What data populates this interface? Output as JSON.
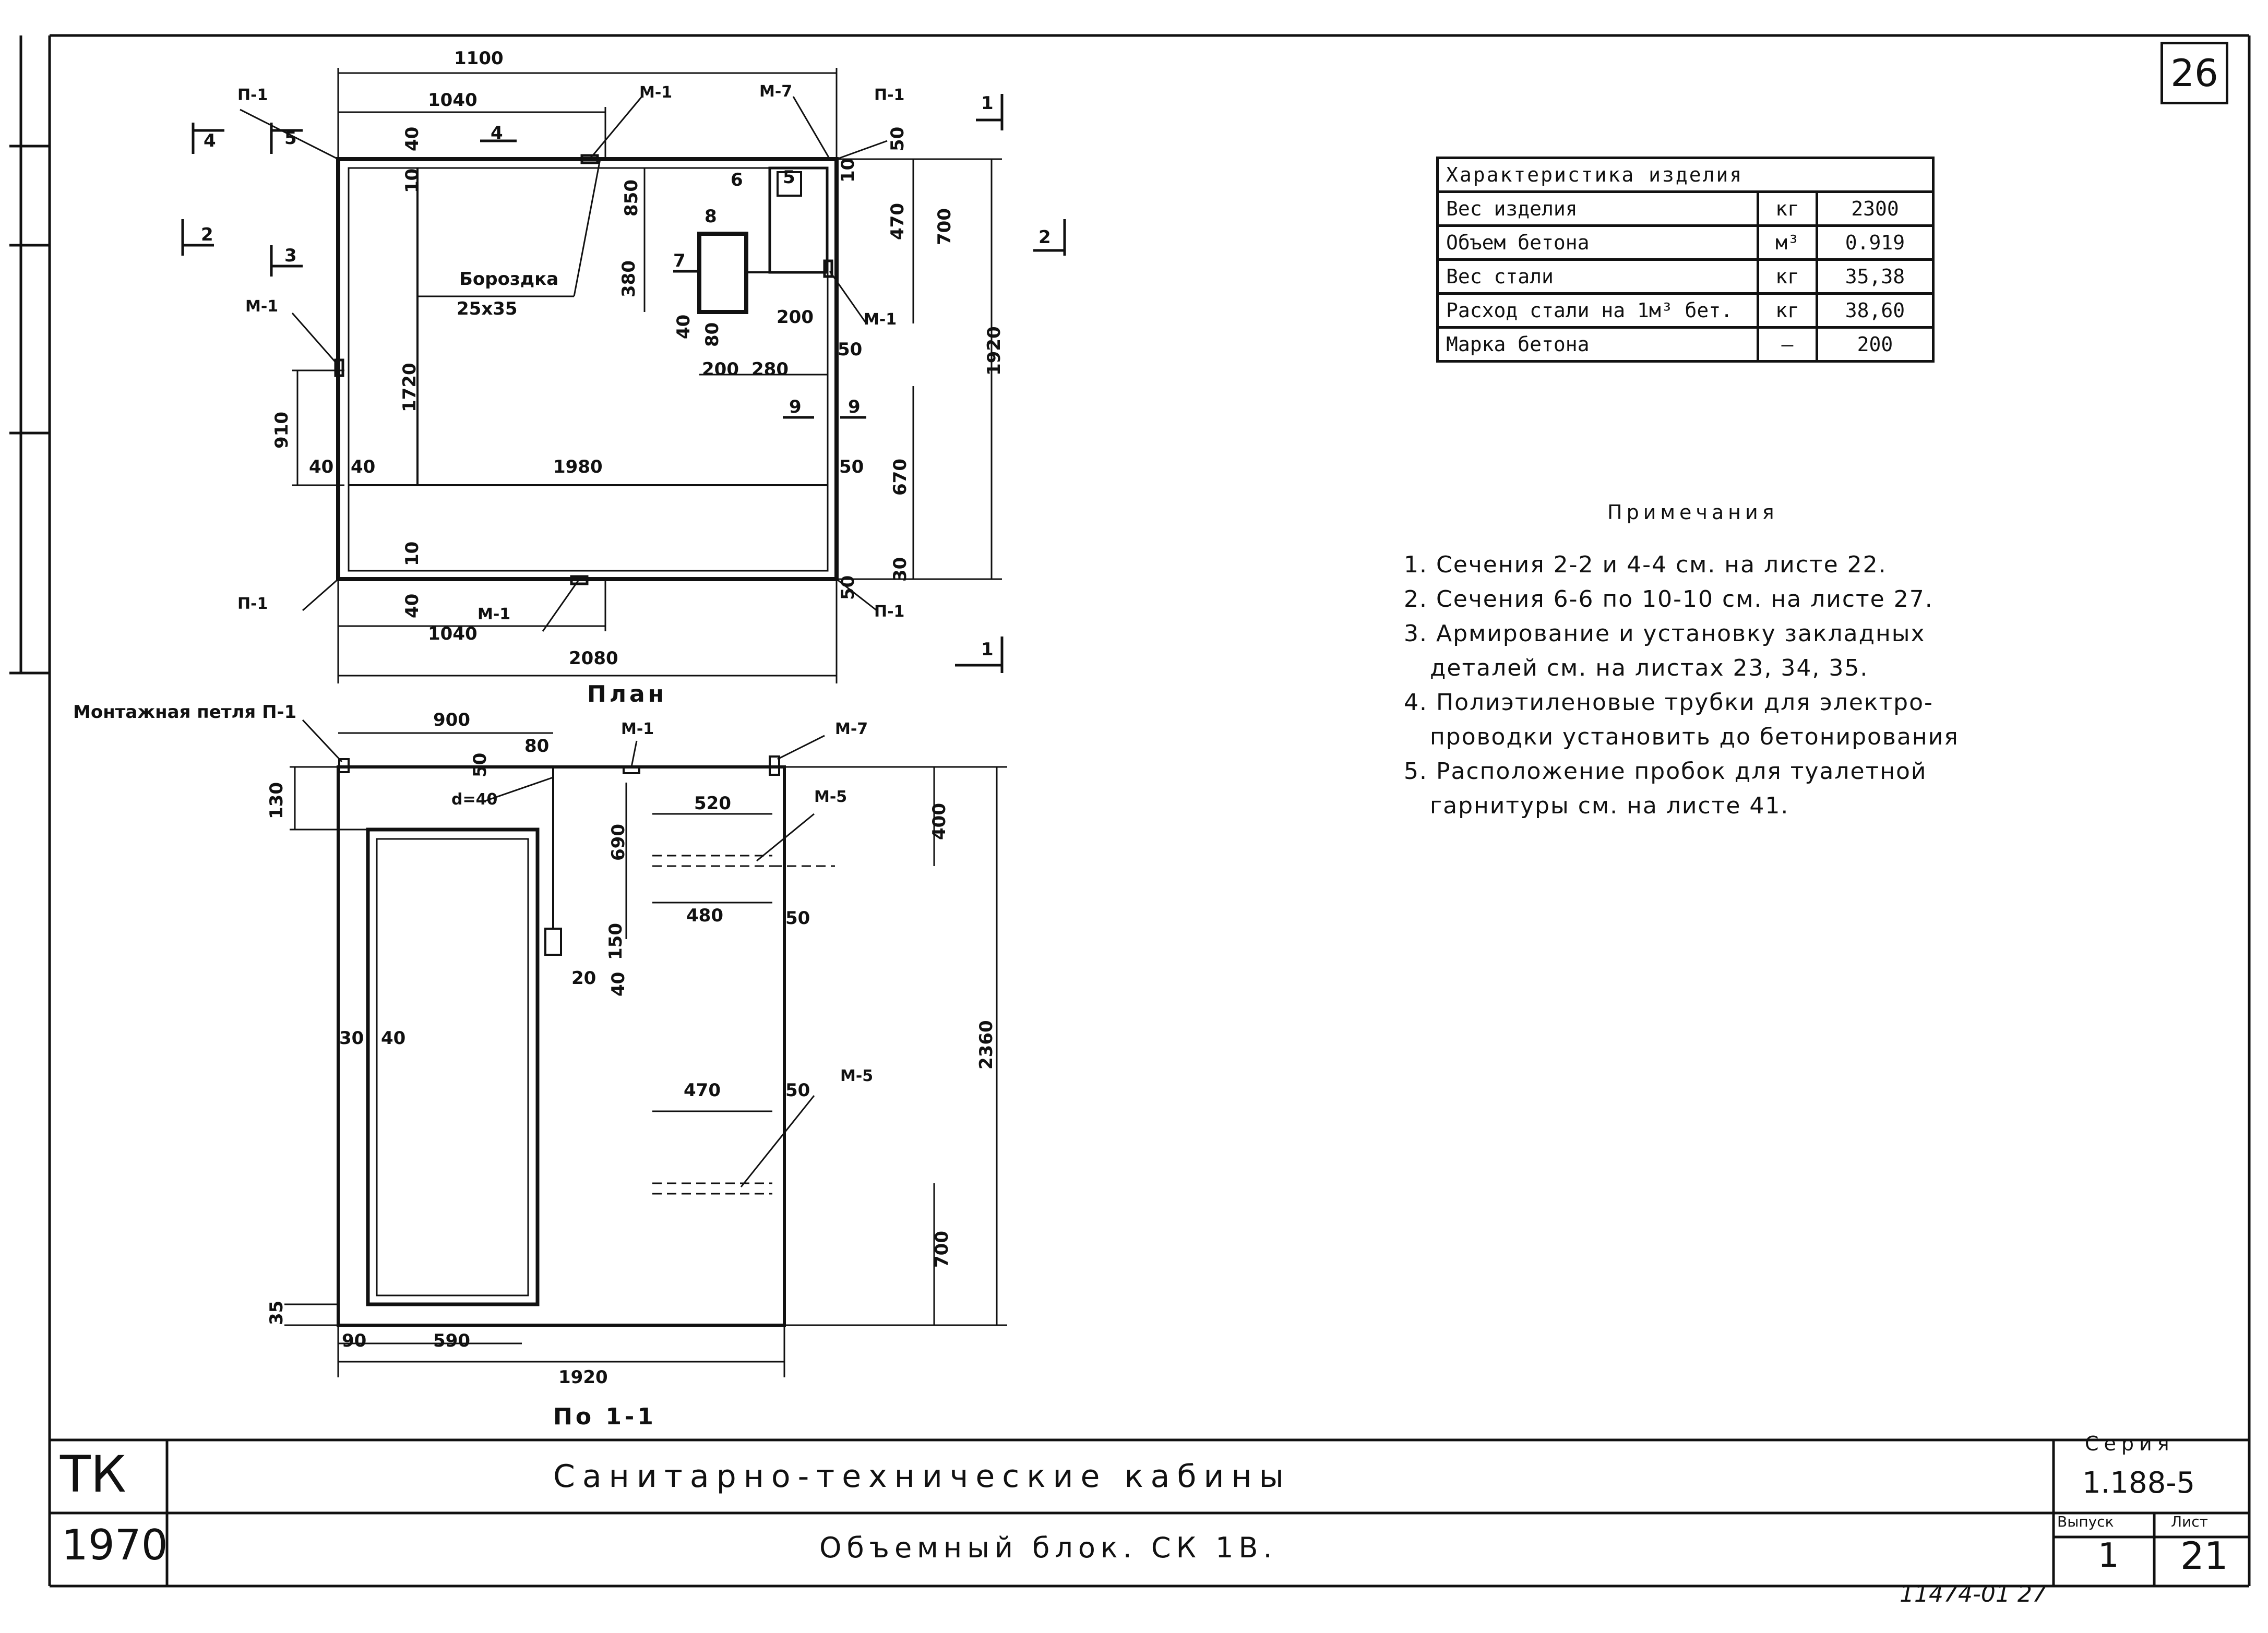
{
  "sheet_number": "26",
  "characteristics": {
    "header": "Характеристика изделия",
    "rows": [
      {
        "name": "Вес изделия",
        "unit": "кг",
        "value": "2300"
      },
      {
        "name": "Объем бетона",
        "unit": "м³",
        "value": "0.919"
      },
      {
        "name": "Вес стали",
        "unit": "кг",
        "value": "35,38"
      },
      {
        "name": "Расход стали на 1м³ бет.",
        "unit": "кг",
        "value": "38,60"
      },
      {
        "name": "Марка бетона",
        "unit": "—",
        "value": "200"
      }
    ]
  },
  "notes": {
    "title": "Примечания",
    "items": [
      {
        "num": "1.",
        "text": "Сечения  2-2 и 4-4 см. на листе 22."
      },
      {
        "num": "2.",
        "text": "Сечения  6-6 по 10-10 см. на листе 27."
      },
      {
        "num": "3.",
        "text": "Армирование и установку закладных",
        "cont": "деталей  см. на листах 23, 34, 35."
      },
      {
        "num": "4.",
        "text": "Полиэтиленовые  трубки для электро-",
        "cont": "проводки установить до бетонирования"
      },
      {
        "num": "5.",
        "text": "Расположение пробок для туалетной",
        "cont": "гарнитуры см. на листе 41."
      }
    ]
  },
  "plan": {
    "caption": "План",
    "dims": {
      "overall_top": "1100",
      "inner_top": "1040",
      "bottom_inner": "1040",
      "bottom_overall": "2080",
      "width_mid": "1980",
      "height_right": "1920",
      "right_upper": "700",
      "right_lower": "670",
      "r_470": "470",
      "r_50a": "50",
      "r_50b": "50",
      "r_50c": "50",
      "r_30": "30",
      "r_10a": "10",
      "r_10b": "10",
      "left_910": "910",
      "left_40a": "40",
      "left_40b": "40",
      "left_40c": "40",
      "inner_1720": "1720",
      "niche_850": "850",
      "niche_380": "380",
      "niche_200a": "200",
      "niche_200b": "200",
      "niche_280": "280",
      "niche_80": "80",
      "niche_40": "40",
      "b_50": "50",
      "b_40": "40",
      "b_10": "10"
    },
    "labels": {
      "p1_tl": "П-1",
      "p1_tr": "П-1",
      "p1_bl": "П-1",
      "p1_br": "П-1",
      "m1_top": "М-1",
      "m7_top": "М-7",
      "m1_left": "М-1",
      "m1_right": "М-1",
      "m1_bottom": "М-1",
      "groove": "Бороздка",
      "groove_size": "25х35",
      "sec_4": "4",
      "sec_5": "5",
      "sec_2": "2",
      "sec_3": "3",
      "sec_41": "4",
      "sec_6": "6",
      "sec_8": "8",
      "sec_7": "7",
      "sec_5b": "5",
      "sec_2r": "2",
      "sec_1t": "1",
      "sec_1b": "1",
      "sec_9a": "9",
      "sec_9b": "9"
    }
  },
  "section": {
    "caption": "По 1-1",
    "labels": {
      "loop": "Монтажная петля П-1",
      "m1": "М-1",
      "m7": "М-7",
      "m5a": "М-5",
      "m5b": "М-5",
      "d40": "d=40"
    },
    "dims": {
      "w900": "900",
      "w1920": "1920",
      "w590": "590",
      "w90": "90",
      "h130": "130",
      "h2360": "2360",
      "h400": "400",
      "h700": "700",
      "h690": "690",
      "h150": "150",
      "w520": "520",
      "w480": "480",
      "w470": "470",
      "d50a": "50",
      "d50b": "50",
      "d50c": "50",
      "d30": "30",
      "d80": "80",
      "d20": "20",
      "d40a": "40",
      "d40b": "40",
      "h35": "35"
    }
  },
  "title_block": {
    "org": "ТК",
    "year": "1970",
    "title": "Санитарно-технические  кабины",
    "subtitle": "Объемный  блок.  СК 1В.",
    "series_label": "Серия",
    "series": "1.188-5",
    "issue_label": "Выпуск",
    "issue": "1",
    "sheet_label": "Лист",
    "sheet": "21",
    "doc_number": "11474-01  27"
  }
}
